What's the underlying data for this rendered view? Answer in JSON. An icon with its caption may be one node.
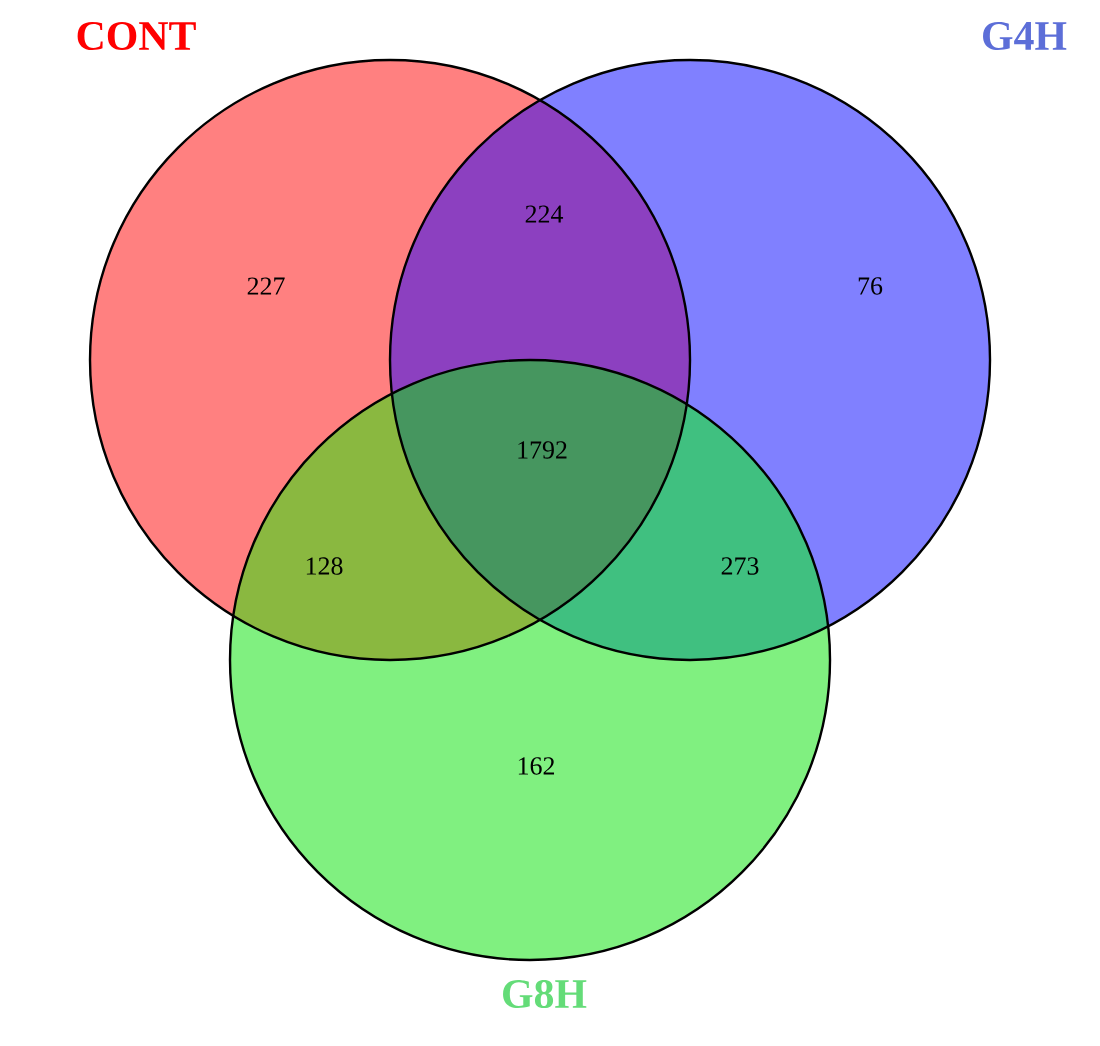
{
  "diagram": {
    "nodes": [
      {
        "text": [
          "CONT"
        ]
      },
      {
        "text": [
          "G4H"
        ]
      },
      {
        "text": [
          "G8H"
        ]
      }
    ],
    "edges": [],
    "labels": [
      "227",
      "224",
      "76",
      "1792",
      "128",
      "273",
      "162"
    ]
  }
}
